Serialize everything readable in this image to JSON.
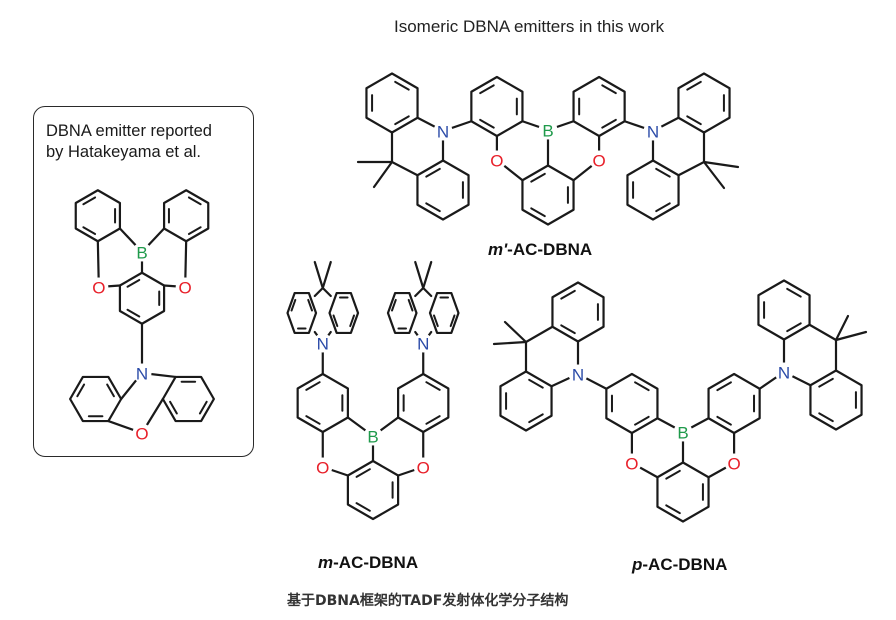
{
  "header": {
    "title": "Isomeric DBNA emitters  in this work"
  },
  "reference_box": {
    "title_line1": "DBNA emitter reported",
    "title_line2": "by Hatakeyama et al.",
    "molecule": "DBNA"
  },
  "molecules": [
    {
      "id": "m-prime-ac-dbna",
      "prefix": "m'",
      "suffix": "-AC-DBNA"
    },
    {
      "id": "m-ac-dbna",
      "prefix": "m",
      "suffix": "-AC-DBNA"
    },
    {
      "id": "p-ac-dbna",
      "prefix": "p",
      "suffix": "-AC-DBNA"
    }
  ],
  "atoms": {
    "boron": {
      "symbol": "B",
      "color": "#1f9a4b"
    },
    "oxygen": {
      "symbol": "O",
      "color": "#e8202a"
    },
    "nitrogen": {
      "symbol": "N",
      "color": "#2b4ba8"
    }
  },
  "caption": "基于DBNA框架的TADF发射体化学分子结构"
}
